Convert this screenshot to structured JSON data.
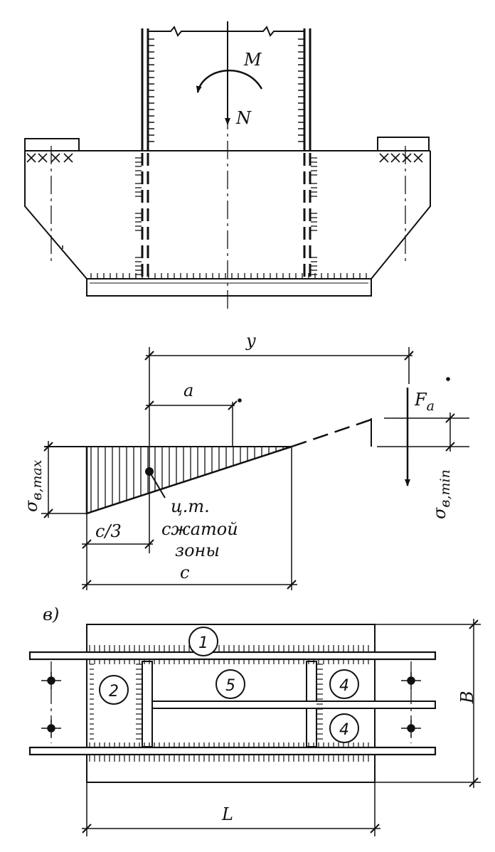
{
  "top_view": {
    "moment_label": "M",
    "force_label": "N"
  },
  "stress_diagram": {
    "dim_y": "y",
    "dim_a": "a",
    "force_anchor": "F",
    "force_anchor_sub": "a",
    "sigma_max": "σ",
    "sigma_max_sub": "в,max",
    "sigma_min": "σ",
    "sigma_min_sub": "в,min",
    "centroid_line1": "ц.т.",
    "centroid_line2": "сжатой",
    "centroid_line3": "зоны",
    "dim_c3": "c/3",
    "dim_c": "c"
  },
  "plan_view": {
    "panel_letter": "в)",
    "plate_1": "1",
    "plate_2": "2",
    "plate_4a": "4",
    "plate_4b": "4",
    "plate_5": "5",
    "dim_b": "B",
    "dim_l": "L"
  },
  "colors": {
    "ink": "#111111",
    "paper": "#ffffff"
  }
}
